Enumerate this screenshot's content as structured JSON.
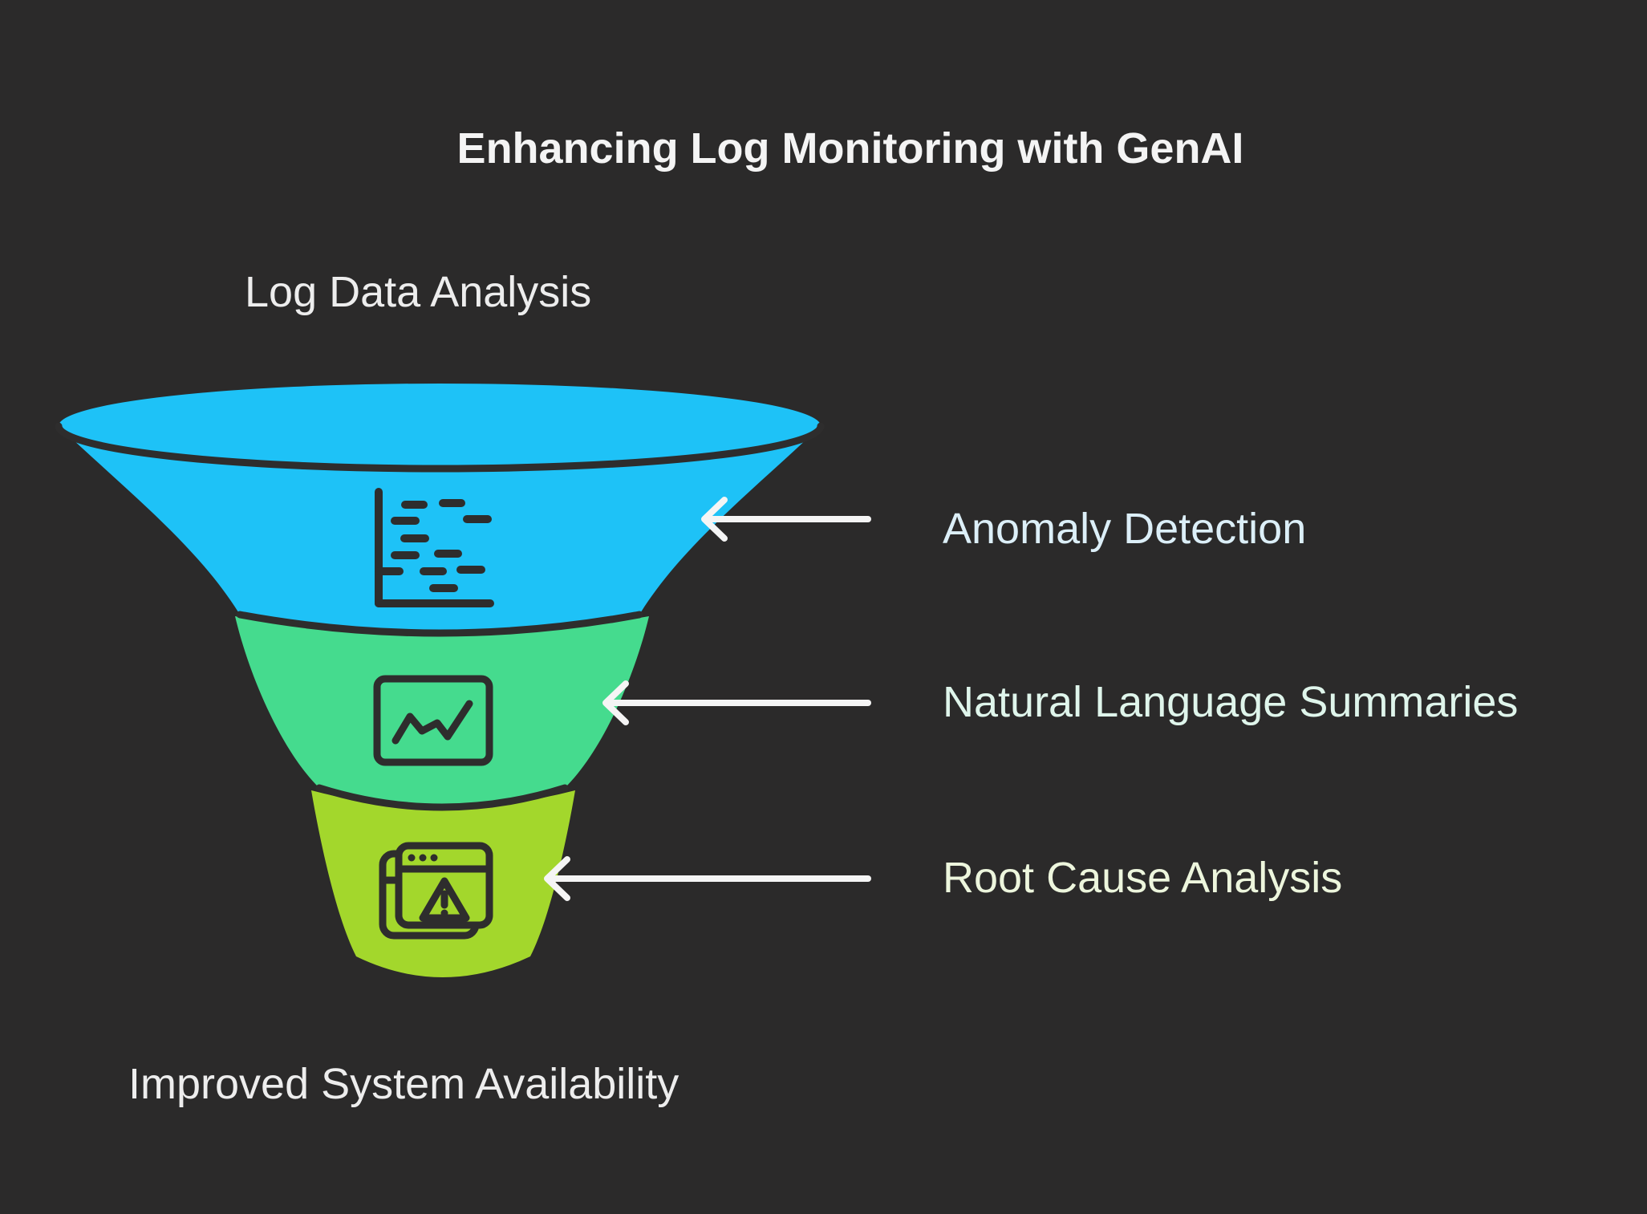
{
  "colors": {
    "background": "#2B2A2A",
    "funnel_blue": "#1EC2F7",
    "funnel_green": "#45DB8E",
    "funnel_lime": "#A3D72C",
    "outline": "#2E2D2D",
    "arrow": "#F5F5F5",
    "title_text": "#F4F4F4",
    "top_label_text": "#EDEDED",
    "bottom_label_text": "#EDEDED",
    "stage1_label_text": "#DCEFF8",
    "stage2_label_text": "#DFF5EB",
    "stage3_label_text": "#EDF6DD"
  },
  "header": {
    "title": "Enhancing Log Monitoring with GenAI"
  },
  "funnel": {
    "top_label": "Log Data Analysis",
    "bottom_label": "Improved System Availability",
    "stages": [
      {
        "name": "Anomaly Detection",
        "color": "#1EC2F7",
        "icon": "log-lines-icon"
      },
      {
        "name": "Natural Language Summaries",
        "color": "#45DB8E",
        "icon": "line-chart-icon"
      },
      {
        "name": "Root Cause Analysis",
        "color": "#A3D72C",
        "icon": "browser-warning-icon"
      }
    ]
  }
}
